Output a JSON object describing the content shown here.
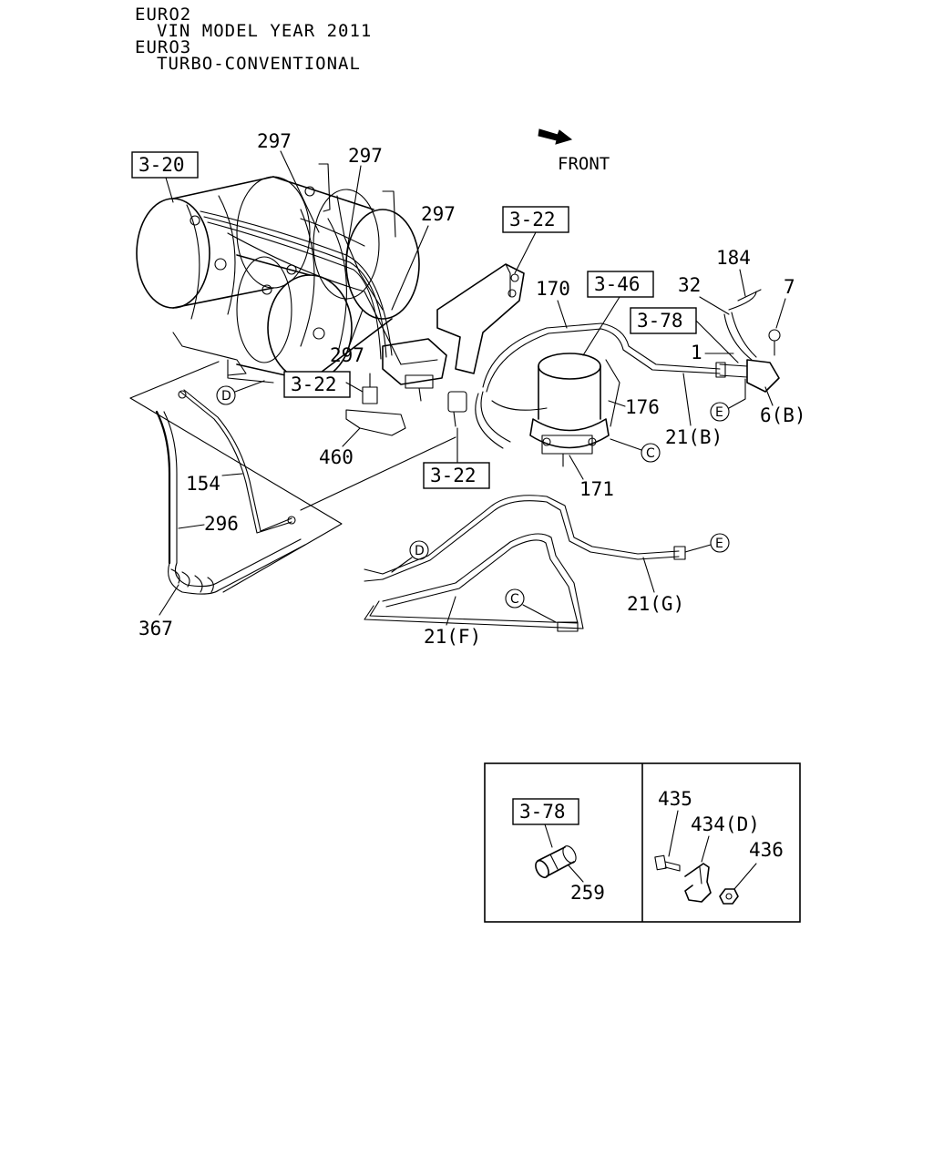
{
  "header": {
    "line1": "EURO2",
    "line2": "VIN MODEL YEAR 2011",
    "line3": "EURO3",
    "line4": "TURBO-CONVENTIONAL"
  },
  "front": {
    "label": "FRONT"
  },
  "refs": {
    "r1": "3-20",
    "r2": "3-22",
    "r3": "3-22",
    "r4": "3-22",
    "r5": "3-46",
    "r6": "3-78",
    "r7": "3-78"
  },
  "parts": {
    "p297a": "297",
    "p297b": "297",
    "p297c": "297",
    "p297d": "297",
    "p184": "184",
    "p7": "7",
    "p32": "32",
    "p170": "170",
    "p1": "1",
    "p176": "176",
    "p21b": "21(B)",
    "p6b": "6(B)",
    "p460": "460",
    "p171": "171",
    "p154": "154",
    "p296": "296",
    "p367": "367",
    "p21g": "21(G)",
    "p21f": "21(F)",
    "p435": "435",
    "p434d": "434(D)",
    "p436": "436",
    "p259": "259"
  },
  "markers": {
    "d1": "D",
    "d2": "D",
    "e1": "E",
    "e2": "E",
    "c1": "C",
    "c2": "C"
  },
  "icons": {
    "front_arrow": "front-arrow-icon"
  }
}
